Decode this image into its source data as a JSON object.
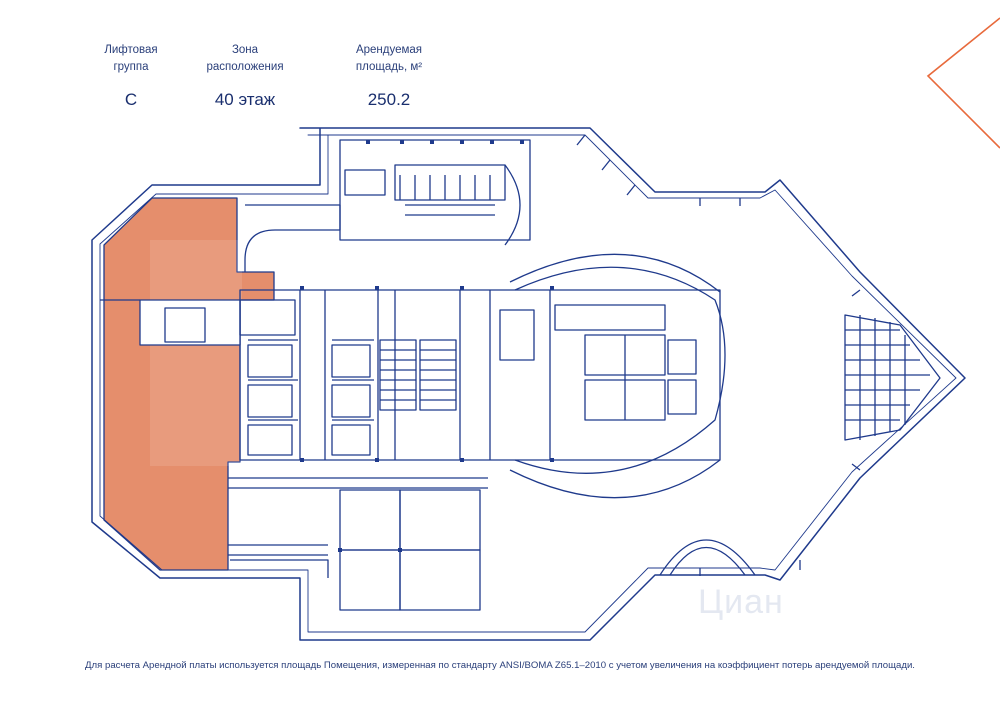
{
  "header": {
    "lift_group": {
      "label": "Лифтовая\nгруппа",
      "value": "C"
    },
    "zone": {
      "label": "Зона\nрасположения",
      "value": "40 этаж"
    },
    "area": {
      "label": "Арендуемая\nплощадь, м²",
      "value": "250.2"
    }
  },
  "footnote": "Для расчета Арендной платы используется площадь Помещения, измеренная по стандарту ANSI/BOMA Z65.1–2010 с учетом увеличения на коэффициент потерь арендуемой площади.",
  "watermark": "Циан",
  "colors": {
    "line": "#1f3a8c",
    "highlight": "#e07a52",
    "accent": "#e86a3c"
  }
}
